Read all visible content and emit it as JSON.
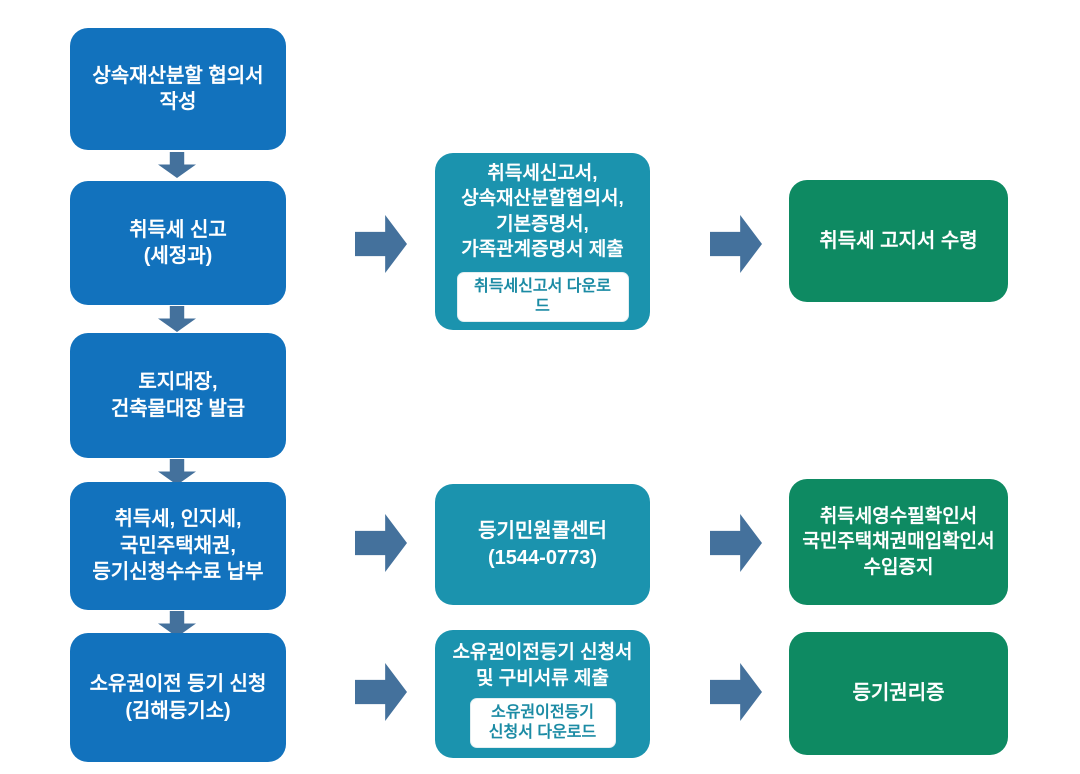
{
  "palette": {
    "process_blue": "#1272bd",
    "document_teal": "#1b93ae",
    "result_green": "#0e8a62",
    "arrow_steel_blue": "#44719c",
    "button_text_teal": "#1b8ba4"
  },
  "flowchart": {
    "process_steps": [
      {
        "label": "상속재산분할 협의서\n작성"
      },
      {
        "label": "취득세 신고\n(세정과)"
      },
      {
        "label": "토지대장,\n건축물대장 발급"
      },
      {
        "label": "취득세, 인지세,\n국민주택채권,\n등기신청수수료 납부"
      },
      {
        "label": "소유권이전 등기 신청\n(김해등기소)"
      }
    ],
    "detail_nodes": [
      {
        "label": "취득세신고서,\n상속재산분할협의서,\n기본증명서,\n가족관계증명서 제출",
        "button_label": "취득세신고서 다운로드"
      },
      {
        "label": "등기민원콜센터\n(1544-0773)"
      },
      {
        "label": "소유권이전등기 신청서\n및 구비서류 제출",
        "button_label": "소유권이전등기\n신청서 다운로드"
      }
    ],
    "result_nodes": [
      {
        "label": "취득세 고지서 수령"
      },
      {
        "label": "취득세영수필확인서\n국민주택채권매입확인서\n수입증지"
      },
      {
        "label": "등기권리증"
      }
    ]
  }
}
